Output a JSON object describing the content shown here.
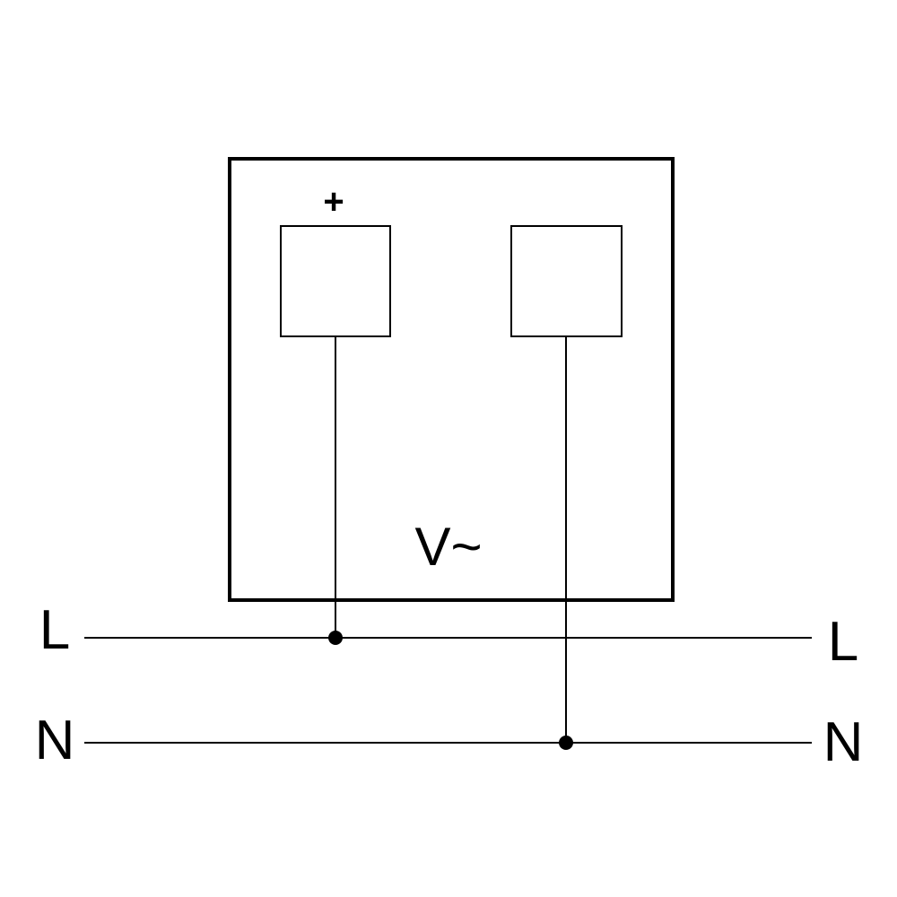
{
  "device": {
    "terminal_plus_label": "+",
    "supply_label": "V~"
  },
  "lines": {
    "live": {
      "left_label": "L",
      "right_label": "L"
    },
    "neutral": {
      "left_label": "N",
      "right_label": "N"
    }
  },
  "colors": {
    "stroke": "#000000",
    "background": "#ffffff"
  }
}
